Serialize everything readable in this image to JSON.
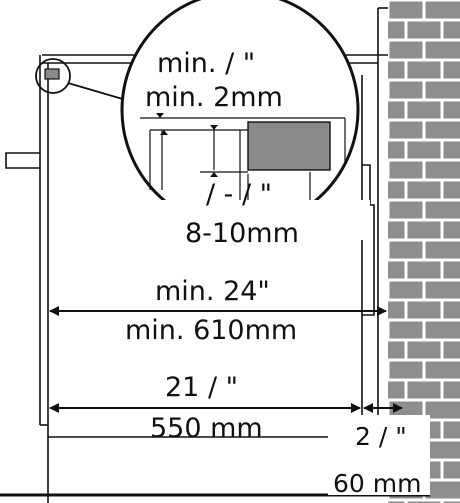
{
  "colors": {
    "line": "#111111",
    "brick_fill": "#8e8e8e",
    "brick_mortar": "#ffffff",
    "panel_fill": "#8a8a8a",
    "background": "#ffffff"
  },
  "labels": {
    "top_gap_imperial": "min. / \"",
    "top_gap_metric": "min. 2mm",
    "side_gap_imperial": "/ - / \"",
    "side_gap_metric": "8-10mm",
    "opening_width_imperial": "min. 24\"",
    "opening_width_metric": "min. 610mm",
    "appliance_width_imperial": "21 / \"",
    "appliance_width_metric": "550 mm",
    "wall_gap_imperial": "2 / \"",
    "wall_gap_metric": "60 mm"
  },
  "icons": {
    "wall": "brick-wall-icon",
    "detail": "magnifier-circle-icon"
  }
}
